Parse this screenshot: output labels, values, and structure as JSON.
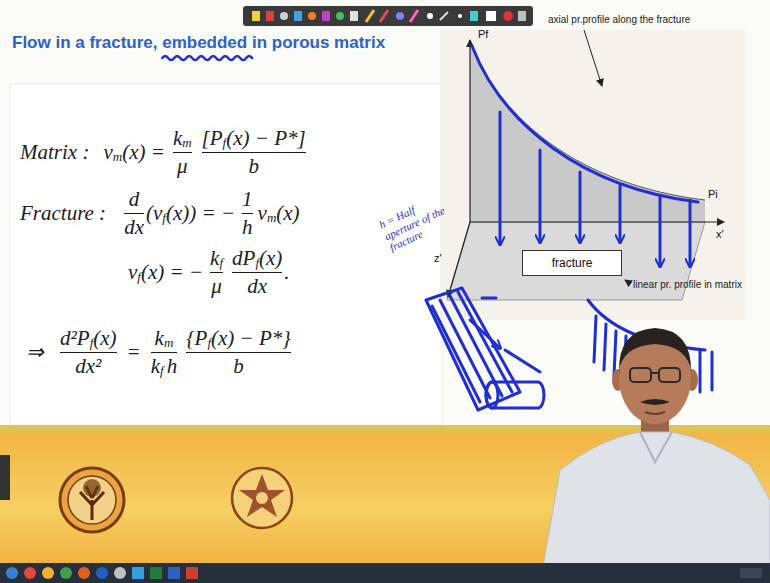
{
  "diagram": {
    "title": "Flow in a fracture, embedded in porous matrix",
    "nodes": [
      {
        "text": [
          "fracture"
        ]
      }
    ],
    "labels": [
      "axial pr.profile along the fracture",
      "Pf",
      "Pi",
      "x'",
      "linear pr. profile in matrix",
      "z'",
      "h = Half aperture of the fracture",
      "Matrix :",
      "v",
      "m",
      "(x) =",
      "k",
      "m",
      "μ",
      "[P",
      "f",
      "(x) − P*]",
      "b",
      "Fracture :",
      "d",
      "dx",
      "(v",
      "f",
      "(x)) = −",
      "1",
      "h",
      "v",
      "m",
      "(x)",
      "v",
      "f",
      "(x) = −",
      "k",
      "f",
      "μ",
      "dP",
      "f",
      "(x)",
      "dx",
      ".",
      "⇒",
      "d²P",
      "f",
      "(x)",
      "dx²",
      "=",
      "k",
      "m",
      "k",
      "f",
      "h",
      "{P",
      "f",
      "(x) − P*}",
      "b"
    ]
  }
}
